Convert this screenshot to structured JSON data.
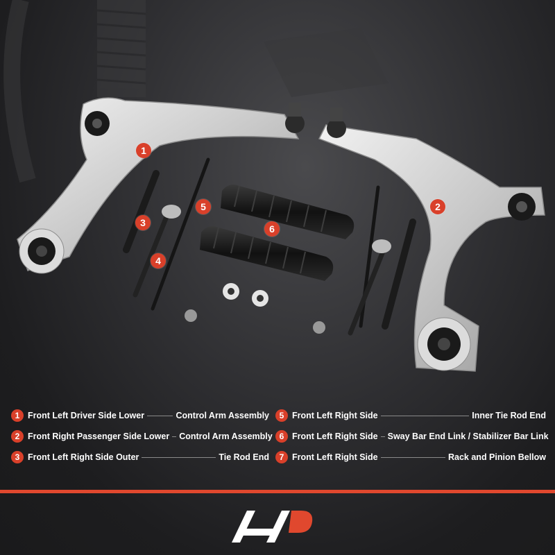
{
  "callouts": [
    "1",
    "2",
    "3",
    "4",
    "5",
    "6"
  ],
  "legend": {
    "left": [
      {
        "num": "1",
        "label": "Front Left Driver Side Lower",
        "value": "Control Arm Assembly"
      },
      {
        "num": "2",
        "label": "Front Right Passenger Side Lower",
        "value": "Control Arm Assembly"
      },
      {
        "num": "3",
        "label": "Front Left Right Side Outer",
        "value": "Tie Rod End"
      }
    ],
    "right": [
      {
        "num": "5",
        "label": "Front Left Right Side",
        "value": "Inner Tie Rod End"
      },
      {
        "num": "6",
        "label": "Front Left Right Side",
        "value": "Sway Bar End Link / Stabilizer Bar Link"
      },
      {
        "num": "7",
        "label": "Front Left Right Side",
        "value": "Rack and Pinion Bellow"
      }
    ]
  },
  "colors": {
    "accent": "#d9402a",
    "bar": "#e0482e",
    "bg": "#1c1c1e"
  },
  "logo": {
    "icon": "a-premium-logo-icon"
  }
}
